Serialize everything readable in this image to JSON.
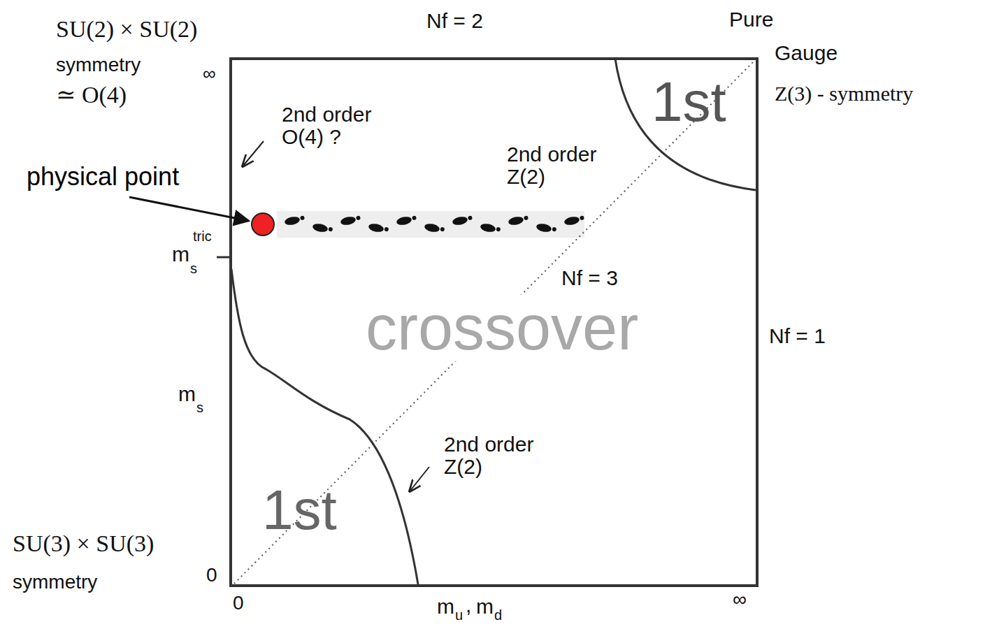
{
  "diagram": {
    "labels": [
      "SU(2) × SU(2)",
      "symmetry",
      "≃ O(4)",
      "∞",
      "Nf = 2",
      "Pure",
      "Gauge",
      "Z(3) - symmetry",
      "1st",
      "2nd order O(4) ?",
      "physical point",
      "2nd order Z(2)",
      "tric",
      "m",
      "s",
      "Nf = 3",
      "crossover",
      "Nf = 1",
      "m",
      "s",
      "2nd order Z(2)",
      "1st",
      "SU(3) × SU(3)",
      "symmetry",
      "0",
      "0",
      "m",
      "u",
      ",",
      "m",
      "d",
      "∞"
    ]
  }
}
